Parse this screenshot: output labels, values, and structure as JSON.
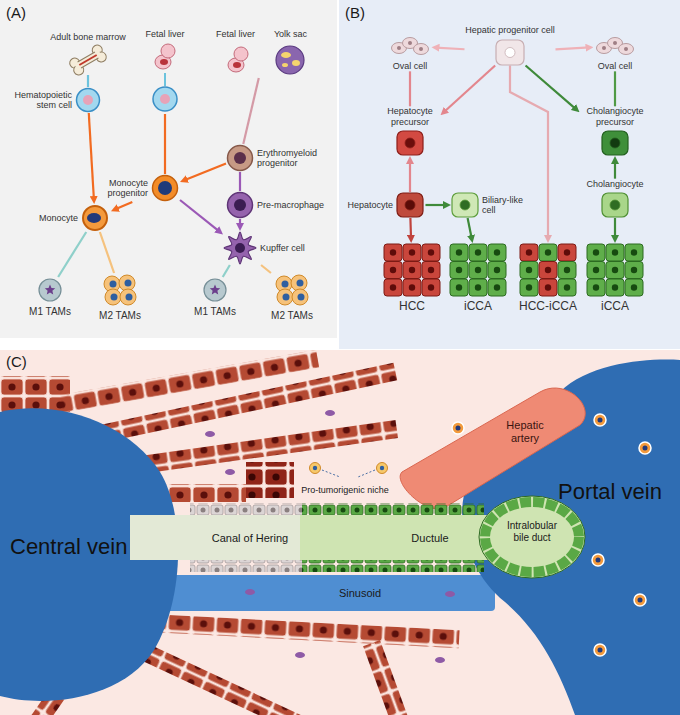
{
  "diagram": {
    "nodes": [
      {
        "text": [
          "Adult bone marrow"
        ]
      },
      {
        "text": [
          "Hematopoietic stem cell"
        ]
      },
      {
        "text": [
          "Fetal liver"
        ]
      },
      {
        "text": [
          "Fetal liver",
          "Yolk sac"
        ]
      },
      {
        "text": [
          "Erythromyeloid progenitor"
        ]
      },
      {
        "text": [
          "Monocyte progenitor"
        ]
      },
      {
        "text": [
          "Pre-macrophage"
        ]
      },
      {
        "text": [
          "Monocyte"
        ]
      },
      {
        "text": [
          "Kupffer cell"
        ]
      },
      {
        "text": [
          "M1 TAMs"
        ]
      },
      {
        "text": [
          "M2 TAMs"
        ]
      },
      {
        "text": [
          "M1 TAMs"
        ]
      },
      {
        "text": [
          "M2 TAMs"
        ]
      },
      {
        "text": [
          "Hepatic progenitor cell"
        ]
      },
      {
        "text": [
          "Oval cell"
        ]
      },
      {
        "text": [
          "Oval cell"
        ]
      },
      {
        "text": [
          "Hepatocyte precursor"
        ]
      },
      {
        "text": [
          "Cholangiocyte precursor"
        ]
      },
      {
        "text": [
          "Hepatocyte"
        ]
      },
      {
        "text": [
          "Biliary-like cell"
        ]
      },
      {
        "text": [
          "Cholangiocyte"
        ]
      },
      {
        "text": [
          "HCC"
        ]
      },
      {
        "text": [
          "iCCA"
        ]
      },
      {
        "text": [
          "HCC-iCCA"
        ]
      },
      {
        "text": [
          "iCCA"
        ]
      }
    ],
    "edges": [
      {
        "from": 0,
        "to": 1,
        "arrow": "none"
      },
      {
        "from": 1,
        "to": 7,
        "arrow": "to"
      },
      {
        "from": 2,
        "to": 5,
        "arrow": "none"
      },
      {
        "from": 3,
        "to": 4,
        "arrow": "none"
      },
      {
        "from": 4,
        "to": 5,
        "arrow": "to"
      },
      {
        "from": 5,
        "to": 7,
        "arrow": "to"
      },
      {
        "from": 4,
        "to": 6,
        "arrow": "none"
      },
      {
        "from": 5,
        "to": 8,
        "arrow": "to"
      },
      {
        "from": 6,
        "to": 8,
        "arrow": "to"
      },
      {
        "from": 7,
        "to": 9,
        "arrow": "none"
      },
      {
        "from": 7,
        "to": 10,
        "arrow": "none"
      },
      {
        "from": 8,
        "to": 11,
        "arrow": "none"
      },
      {
        "from": 8,
        "to": 12,
        "arrow": "none"
      },
      {
        "from": 13,
        "to": 14,
        "arrow": "to"
      },
      {
        "from": 13,
        "to": 15,
        "arrow": "to"
      },
      {
        "from": 14,
        "to": 16,
        "arrow": "none"
      },
      {
        "from": 15,
        "to": 17,
        "arrow": "none"
      },
      {
        "from": 13,
        "to": 16,
        "arrow": "to"
      },
      {
        "from": 13,
        "to": 17,
        "arrow": "to"
      },
      {
        "from": 18,
        "to": 16,
        "arrow": "to"
      },
      {
        "from": 20,
        "to": 17,
        "arrow": "to"
      },
      {
        "from": 18,
        "to": 19,
        "arrow": "to"
      },
      {
        "from": 18,
        "to": 21,
        "arrow": "to"
      },
      {
        "from": 19,
        "to": 22,
        "arrow": "to"
      },
      {
        "from": 13,
        "to": 23,
        "arrow": "to"
      },
      {
        "from": 20,
        "to": 24,
        "arrow": "to"
      }
    ],
    "labels": [
      "(A)",
      "(B)",
      "(C)",
      "Hepatic artery",
      "Pro-tumorigenic niche",
      "Portal vein",
      "Central vein",
      "Canal of Hering",
      "Ductule",
      "Intralobular bile duct",
      "Sinusoid"
    ]
  }
}
